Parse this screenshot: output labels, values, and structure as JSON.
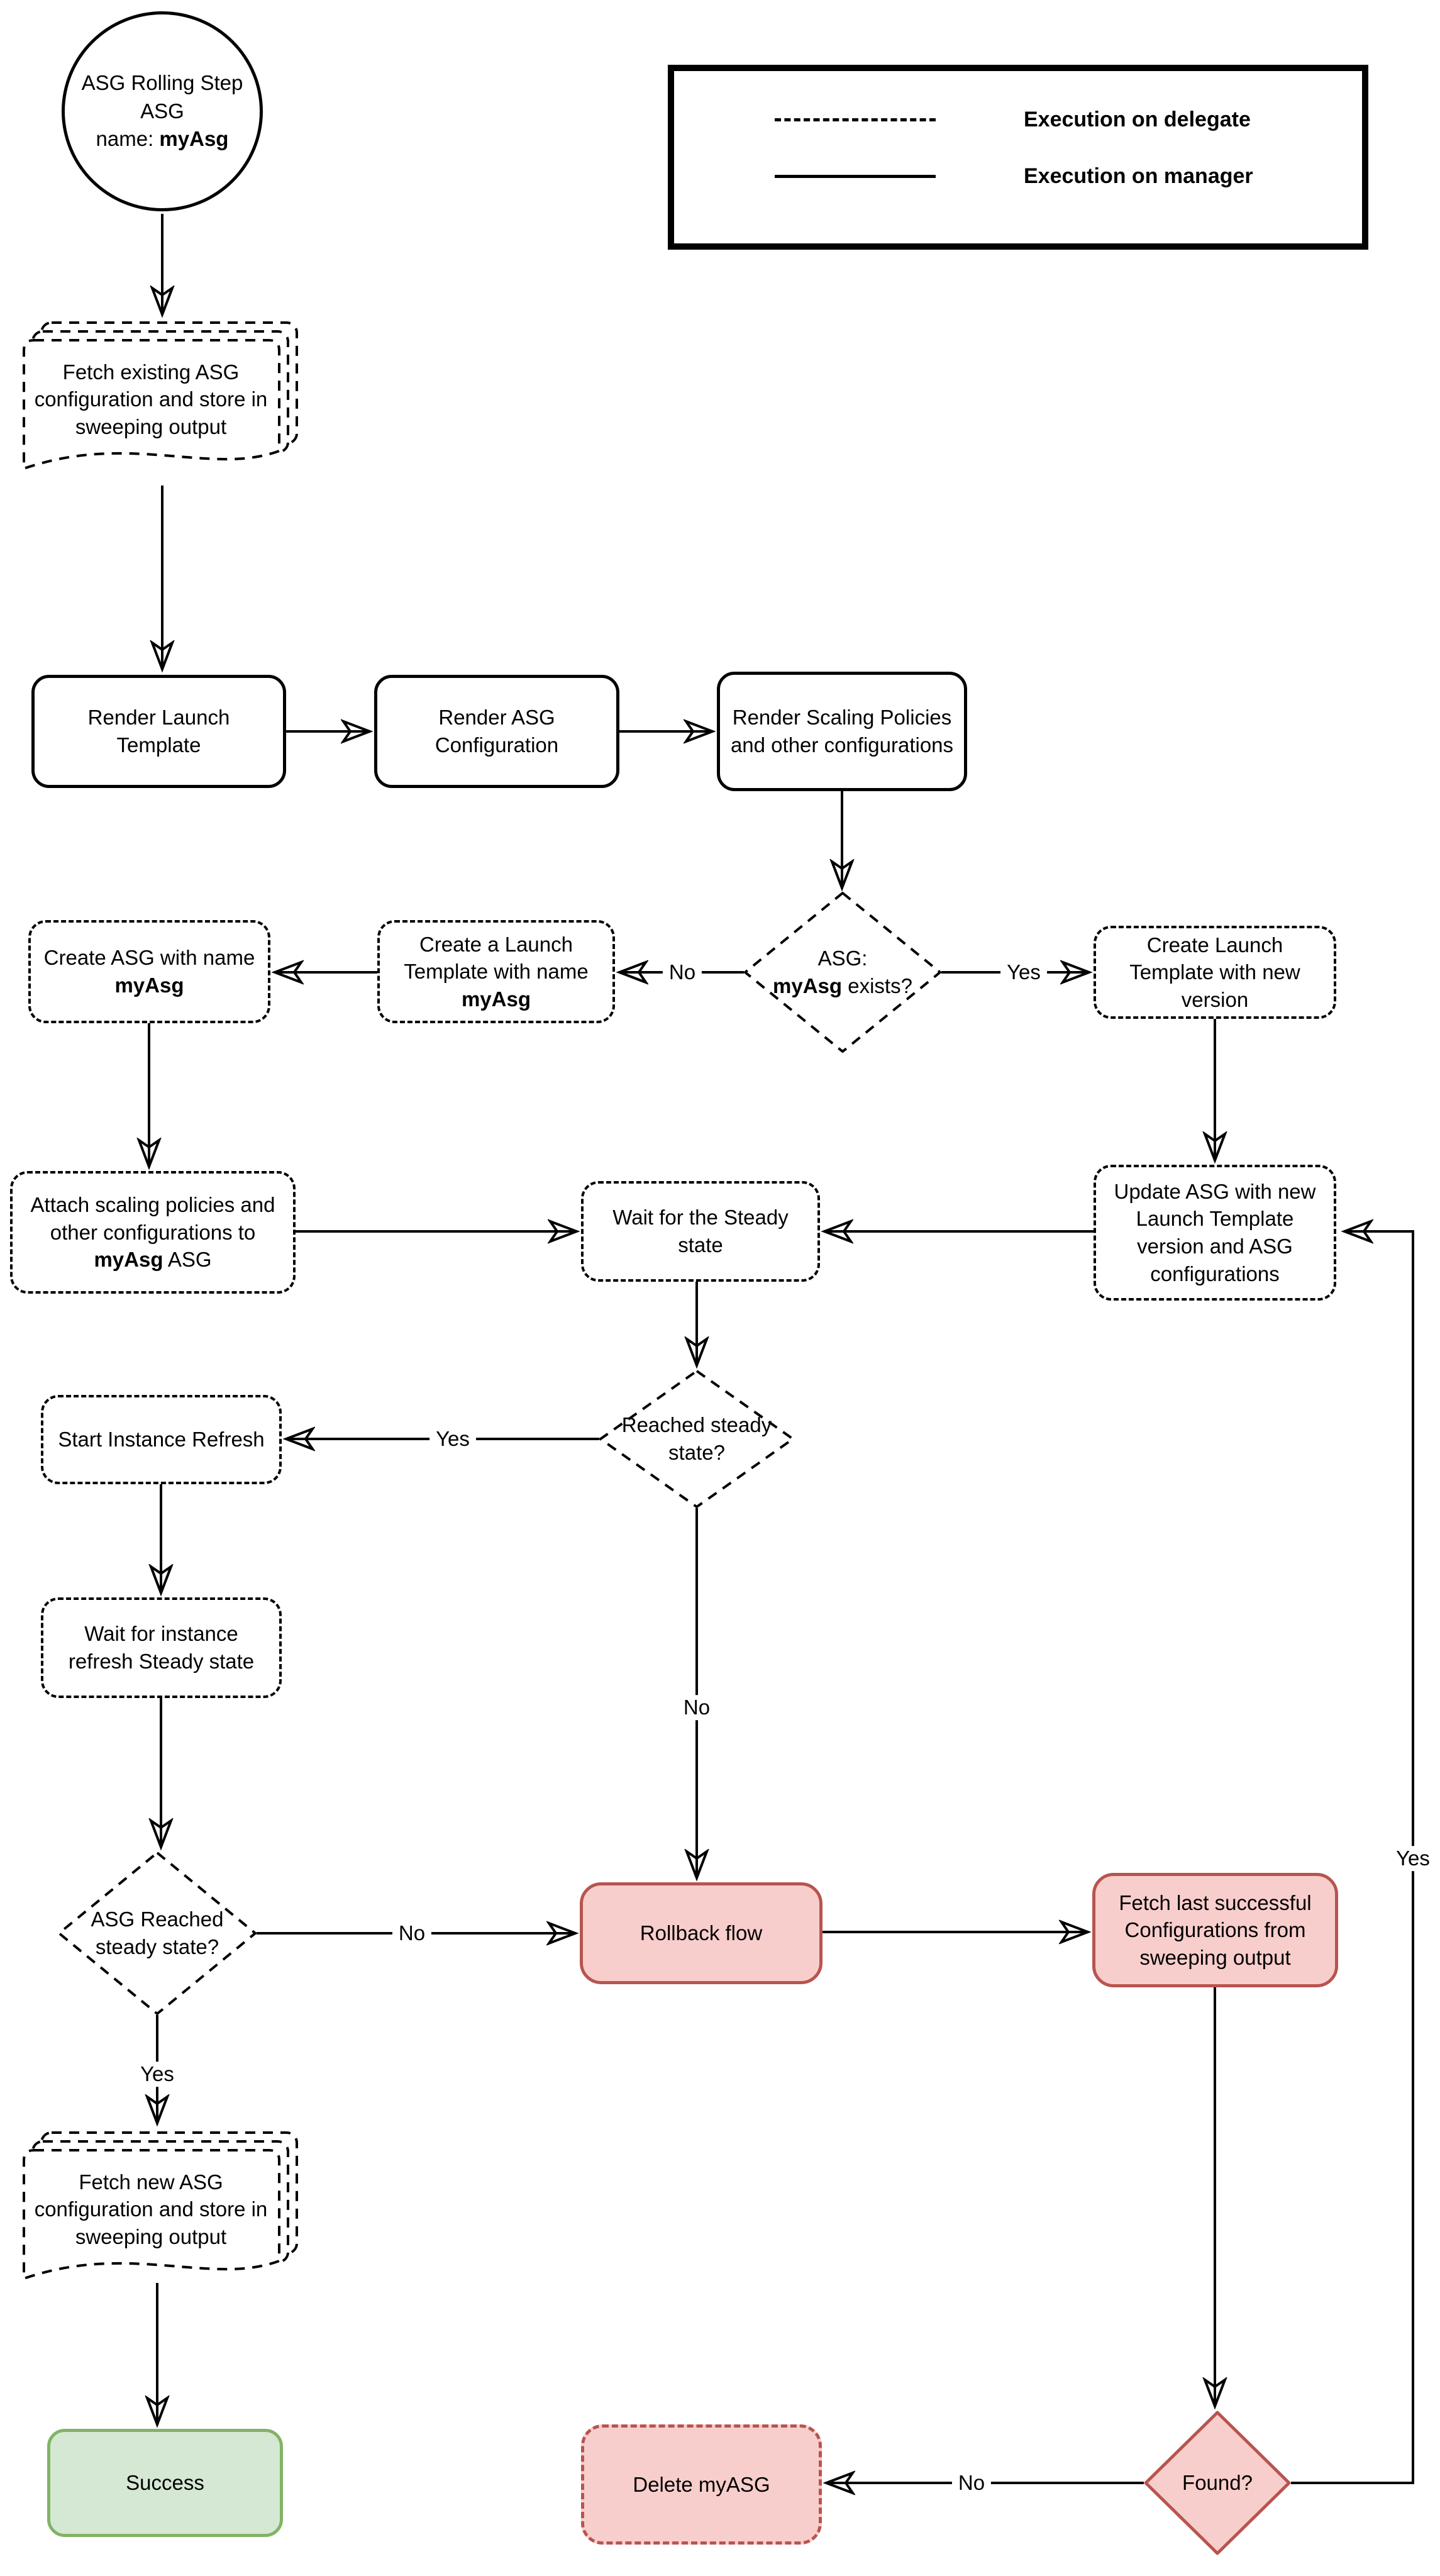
{
  "legend": {
    "items": [
      {
        "label": "Execution on delegate",
        "line_style": "dashed"
      },
      {
        "label": "Execution on manager",
        "line_style": "solid"
      }
    ]
  },
  "nodes": {
    "start": {
      "line1": "ASG Rolling Step",
      "line2": "ASG",
      "name_prefix": "name: ",
      "name_bold": "myAsg"
    },
    "fetch_existing": {
      "label": "Fetch existing ASG configuration and store in sweeping output"
    },
    "render_launch_template": {
      "label": "Render Launch Template"
    },
    "render_asg_configuration": {
      "label": "Render ASG Configuration"
    },
    "render_scaling_policies": {
      "label": "Render Scaling Policies and other configurations"
    },
    "asg_exists": {
      "prefix": "ASG:",
      "bold": "myAsg",
      "suffix": " exists?"
    },
    "create_launch_template_named": {
      "prefix": "Create a Launch Template with name ",
      "bold": "myAsg"
    },
    "create_asg": {
      "prefix": "Create ASG with name ",
      "bold": "myAsg"
    },
    "create_launch_template_new": {
      "label": "Create Launch Template with new version"
    },
    "attach_policies": {
      "prefix": "Attach scaling policies and other configurations to ",
      "bold": "myAsg",
      "suffix": " ASG"
    },
    "wait_steady": {
      "label": "Wait for the Steady state"
    },
    "update_asg": {
      "label": "Update ASG with new Launch Template version and ASG configurations"
    },
    "reached_steady": {
      "label": "Reached steady state?"
    },
    "start_instance_refresh": {
      "label": "Start Instance Refresh"
    },
    "wait_instance_refresh": {
      "label": "Wait for instance refresh Steady state"
    },
    "asg_reached_steady": {
      "label": "ASG Reached steady state?"
    },
    "rollback_flow": {
      "label": "Rollback flow"
    },
    "fetch_last_successful": {
      "label": "Fetch last successful Configurations from sweeping output"
    },
    "fetch_new": {
      "label": "Fetch new ASG configuration and store in sweeping output"
    },
    "success": {
      "label": "Success"
    },
    "delete_myasg": {
      "label": "Delete myASG"
    },
    "found": {
      "label": "Found?"
    }
  },
  "edge_labels": {
    "asg_exists_no": "No",
    "asg_exists_yes": "Yes",
    "reached_steady_yes": "Yes",
    "reached_steady_no": "No",
    "asg_reached_no": "No",
    "asg_reached_yes": "Yes",
    "found_no": "No",
    "found_yes": "Yes"
  },
  "colors": {
    "danger_fill": "#f8cecc",
    "danger_border": "#b85450",
    "success_fill": "#d5e8d4",
    "success_border": "#82b366",
    "ink": "#000000"
  }
}
